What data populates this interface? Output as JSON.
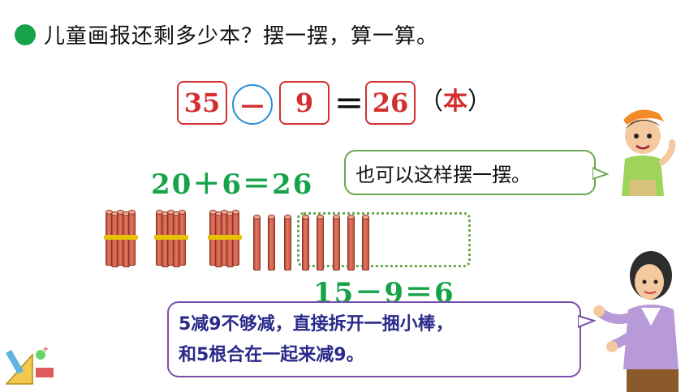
{
  "question": "儿童画报还剩多少本？摆一摆，算一算。",
  "equation": {
    "a": "35",
    "op": "－",
    "b": "9",
    "eq": "＝",
    "result": "26",
    "unit_open": "（",
    "unit": "本",
    "unit_close": "）"
  },
  "eq_top": "20＋6＝26",
  "eq_bottom": "15－9＝6",
  "bubble_boy": "也可以这样摆一摆。",
  "bubble_teacher": {
    "line1": "5减9不够减，直接拆开一捆小棒，",
    "line2": "和5根合在一起来减9。"
  },
  "colors": {
    "green": "#16a34a",
    "red": "#d32f2f",
    "blue": "#2b8fd6",
    "purple": "#7b4fa8"
  },
  "icons": [
    "bullet-dot-icon",
    "boy-illustration",
    "teacher-illustration",
    "math-tools-icon"
  ]
}
